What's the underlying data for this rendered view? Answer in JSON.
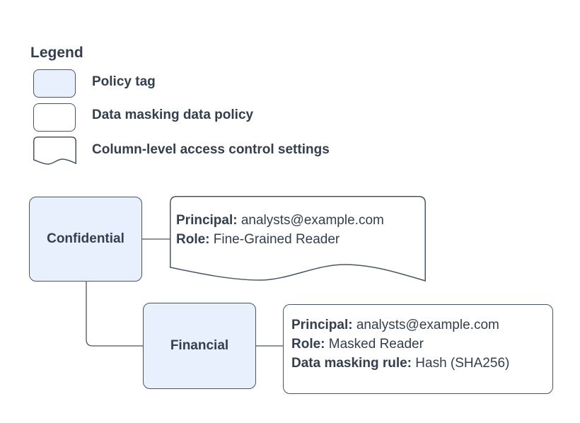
{
  "legend": {
    "title": "Legend",
    "items": [
      {
        "label": "Policy tag",
        "swatch": "policy-tag"
      },
      {
        "label": "Data masking data policy",
        "swatch": "data-masking-policy"
      },
      {
        "label": "Column-level access control settings",
        "swatch": "column-access-control"
      }
    ]
  },
  "diagram": {
    "nodes": {
      "confidential": {
        "label": "Confidential",
        "type": "policy-tag"
      },
      "financial": {
        "label": "Financial",
        "type": "policy-tag"
      },
      "access_control": {
        "type": "column-level-access-control-settings",
        "lines": [
          {
            "label": "Principal:",
            "value": " analysts@example.com"
          },
          {
            "label": "Role:",
            "value": " Fine-Grained Reader"
          }
        ]
      },
      "masking_policy": {
        "type": "data-masking-data-policy",
        "lines": [
          {
            "label": "Principal:",
            "value": " analysts@example.com"
          },
          {
            "label": "Role:",
            "value": " Masked Reader"
          },
          {
            "label": "Data masking rule:",
            "value": " Hash (SHA256)"
          }
        ]
      }
    },
    "edges": [
      {
        "from": "confidential",
        "to": "access_control"
      },
      {
        "from": "confidential",
        "to": "financial"
      },
      {
        "from": "financial",
        "to": "masking_policy"
      }
    ],
    "colors": {
      "policy_tag_fill": "#e8f0fe",
      "shape_fill": "#ffffff",
      "stroke": "#4a5462",
      "text": "#333f4e",
      "background": "#ffffff"
    }
  }
}
